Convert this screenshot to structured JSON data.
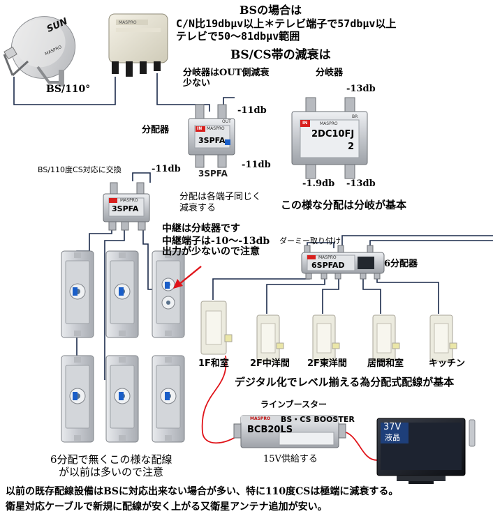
{
  "header": {
    "bs_case": "BSの場合は",
    "cn_spec": "C/N比19dbμv以上＊テレビ端子で57dbμv以上",
    "tv_range": "テレビで50～81dbμv範囲",
    "bscs_atten": "BS/CS帯の減衰は"
  },
  "antenna": {
    "label": "BS/110°",
    "dish_logo": "SUN",
    "dish_maker": "MASPRO"
  },
  "booster_box": {
    "brand": "MASPRO"
  },
  "branch_info": {
    "note_line1": "分岐器はOUT側減衰",
    "note_line2": "少ない",
    "branch_title": "分岐器",
    "db_minus13_top": "-13db",
    "db_minus11_a": "-11db",
    "db_minus11_b": "-11db",
    "db_minus11_c": "-11db",
    "db_minus1_9": "-1.9db",
    "db_minus13_bottom": "-13db",
    "basic_note": "この様な分配は分岐が基本"
  },
  "splitter_3": {
    "caption": "分配器",
    "model": "3SPFA",
    "brand": "MASPRO",
    "label_below": "3SPFA",
    "in_label": "IN",
    "out_label": "OUT"
  },
  "brancher_2": {
    "brand": "MASPRO",
    "model": "2DC10FJ",
    "in_label": "IN",
    "br_label": "BR",
    "num": "2"
  },
  "exchange_note": "BS/110度CS対応に交換",
  "splitter_small": {
    "model": "3SPFA",
    "brand": "MASPRO"
  },
  "split_note": {
    "line1": "分配は各端子同じく",
    "line2": "減衰する"
  },
  "relay_note": {
    "line1": "中継は分岐器です",
    "line2": "中継端子は-10～-13db",
    "line3": "出力が少ないので注意"
  },
  "six_splitter": {
    "dummy_label": "ダーミー取り付け",
    "brand": "MASPRO",
    "model": "6SPFAD",
    "caption": "6分配器"
  },
  "rooms": [
    {
      "label": "1F和室"
    },
    {
      "label": "2F中洋間"
    },
    {
      "label": "2F東洋間"
    },
    {
      "label": "居間和室"
    },
    {
      "label": "キッチン"
    }
  ],
  "digital_note": "デジタル化でレベル揃える為分配式配線が基本",
  "line_booster": {
    "title": "ラインブースター",
    "brand": "MASPRO",
    "type": "BS・CS BOOSTER",
    "model": "BCB20LS",
    "power_note": "15V供給する"
  },
  "tv": {
    "size": "37V",
    "screen_text": "液晶"
  },
  "old_wiring_note": {
    "line1": "6分配で無くこの様な配線",
    "line2": "が以前は多いので注意"
  },
  "footer": {
    "line1": "以前の既存配線設備はBSに対応出来ない場合が多い、特に110度CSは極端に減衰する。",
    "line2": "衛星対応ケーブルで新規に配線が安く上がる又衛星アンテナ追加が安い。"
  },
  "colors": {
    "wire": "#1a2a4a",
    "red_cable": "#e0141a",
    "blue_arrow": "#1a5ec8",
    "device_gray": "#c9cbd0",
    "maspro_red": "#d8201e"
  }
}
